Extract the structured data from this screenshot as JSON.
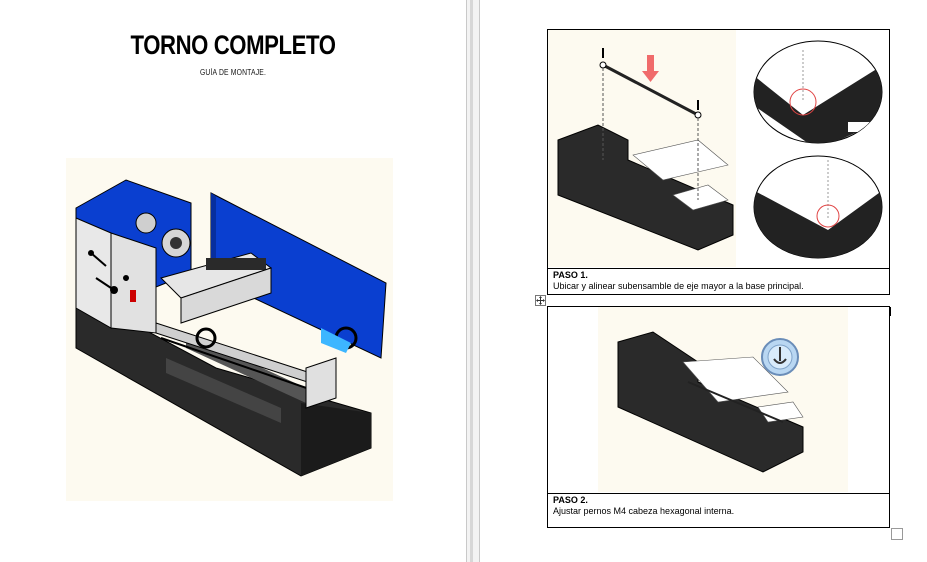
{
  "left_page": {
    "title": "TORNO COMPLETO",
    "subtitle": "GUÍA DE MONTAJE."
  },
  "steps": [
    {
      "heading": "PASO 1.",
      "text": "Ubicar y alinear subensamble de eje mayor a la base principal."
    },
    {
      "heading": "PASO 2.",
      "text": "Ajustar pernos M4 cabeza hexagonal interna."
    }
  ],
  "colors": {
    "machine_blue": "#0a3fd0",
    "machine_black": "#222222",
    "arrow_red": "#f06b6b"
  },
  "icons": [
    "table-move-handle-icon",
    "tool-icon",
    "down-arrow-icon"
  ]
}
